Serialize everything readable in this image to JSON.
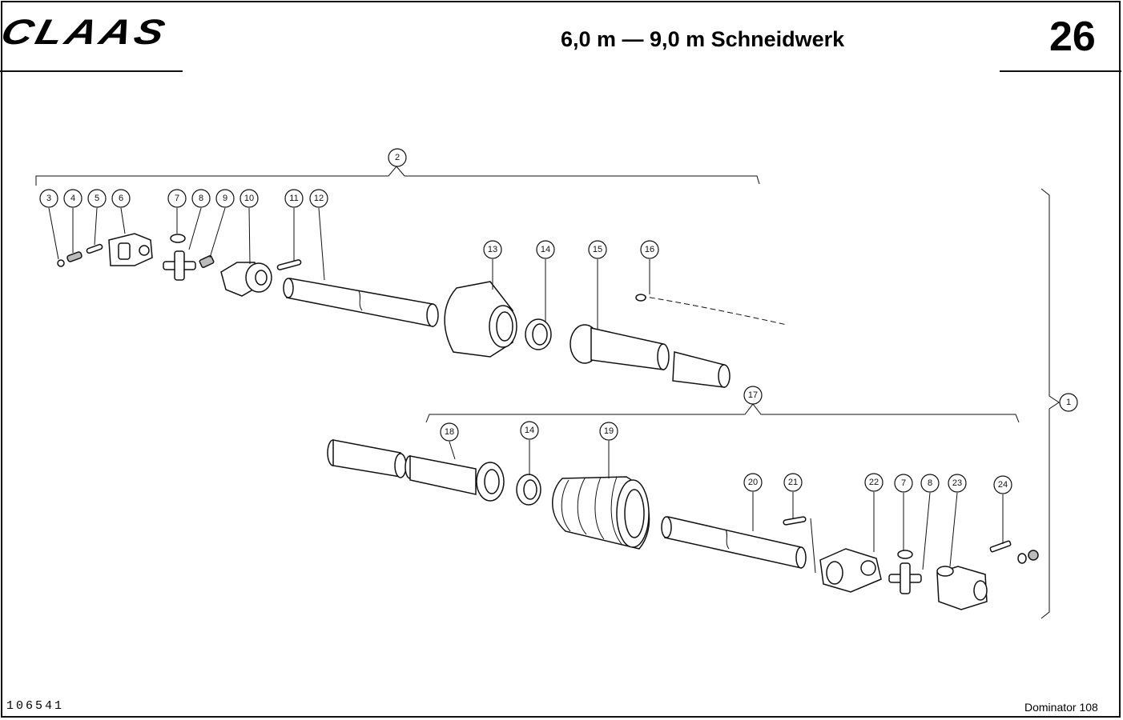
{
  "header": {
    "logo": "CLAAS",
    "title": "6,0 m — 9,0 m Schneidwerk",
    "page_number": "26"
  },
  "footer": {
    "document_number": "106541",
    "model": "Dominator 108"
  },
  "callouts": {
    "c1": "1",
    "c2": "2",
    "c3": "3",
    "c4": "4",
    "c5": "5",
    "c6": "6",
    "c7a": "7",
    "c8a": "8",
    "c9": "9",
    "c10": "10",
    "c11": "11",
    "c12": "12",
    "c13": "13",
    "c14a": "14",
    "c15": "15",
    "c16": "16",
    "c17": "17",
    "c18": "18",
    "c14b": "14",
    "c19": "19",
    "c20": "20",
    "c21": "21",
    "c22": "22",
    "c7b": "7",
    "c8b": "8",
    "c23": "23",
    "c24": "24"
  }
}
